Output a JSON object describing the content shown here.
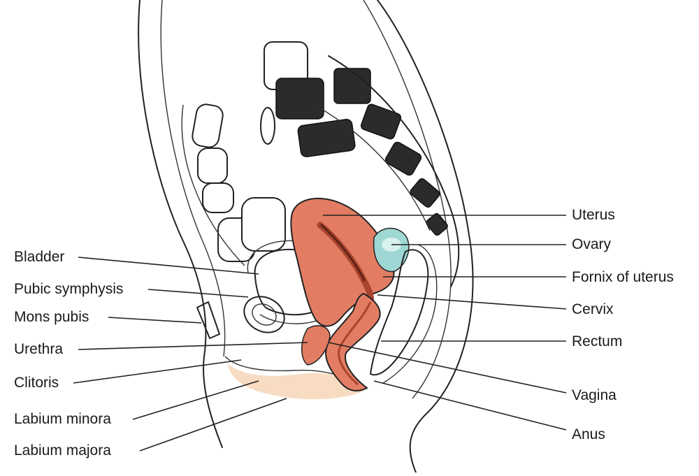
{
  "labels_right": {
    "uterus": "Uterus",
    "ovary": "Ovary",
    "fornix": "Fornix of uterus",
    "cervix": "Cervix",
    "rectum": "Rectum",
    "vagina": "Vagina",
    "anus": "Anus"
  },
  "labels_left": {
    "bladder": "Bladder",
    "pubic_symphysis": "Pubic symphysis",
    "mons_pubis": "Mons pubis",
    "urethra": "Urethra",
    "clitoris": "Clitoris",
    "labium_minora": "Labium minora",
    "labium_majora": "Labium majora"
  },
  "colors": {
    "uterus": "#e27d63",
    "uterus_dark": "#a9442f",
    "ovary": "#9ed7d3",
    "skin": "#f7dcc2",
    "outline": "#222222"
  }
}
